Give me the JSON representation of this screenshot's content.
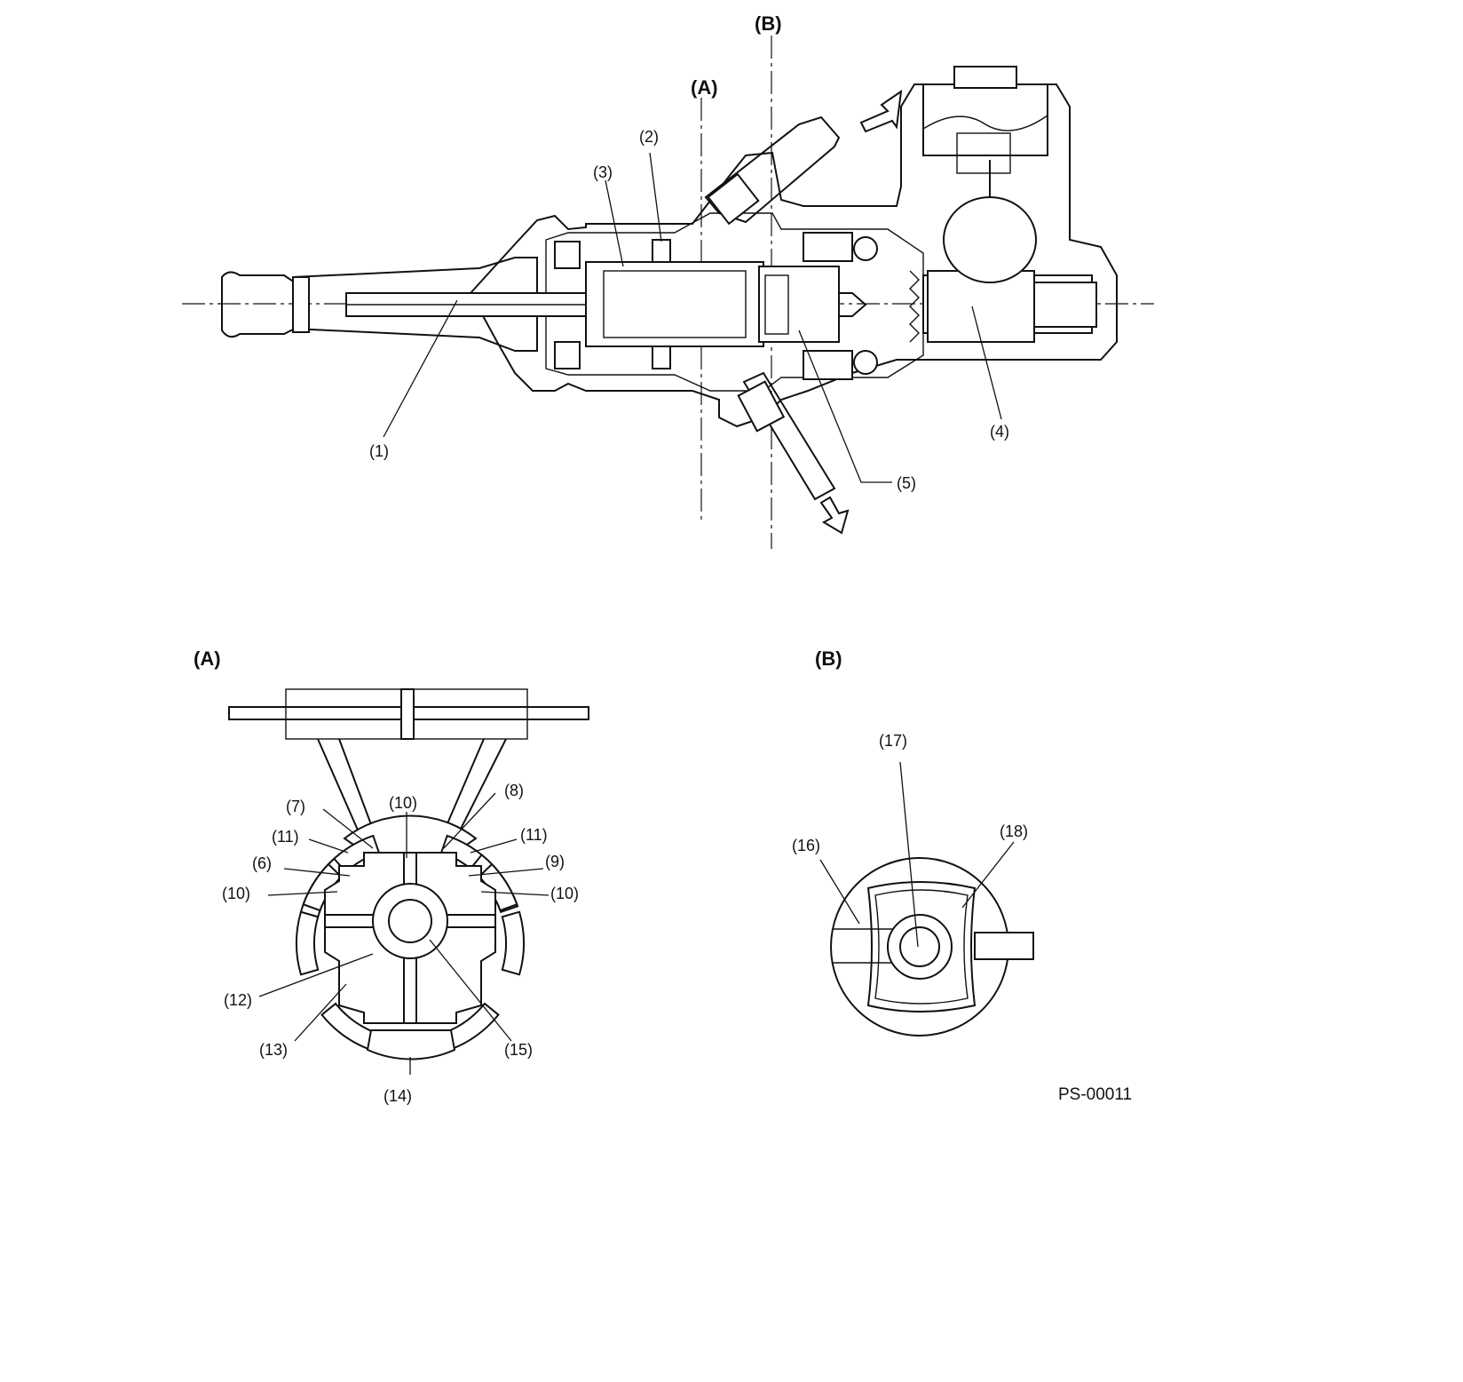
{
  "section_labels": {
    "a_top": "(A)",
    "b_top": "(B)",
    "a_detail": "(A)",
    "b_detail": "(B)"
  },
  "callouts": {
    "c1": "(1)",
    "c2": "(2)",
    "c3": "(3)",
    "c4": "(4)",
    "c5": "(5)",
    "c6": "(6)",
    "c7": "(7)",
    "c8": "(8)",
    "c9": "(9)",
    "c10_top": "(10)",
    "c10_left": "(10)",
    "c10_right": "(10)",
    "c11_left": "(11)",
    "c11_right": "(11)",
    "c12": "(12)",
    "c13": "(13)",
    "c14": "(14)",
    "c15": "(15)",
    "c16": "(16)",
    "c17": "(17)",
    "c18": "(18)"
  },
  "figure_code": "PS-00011"
}
